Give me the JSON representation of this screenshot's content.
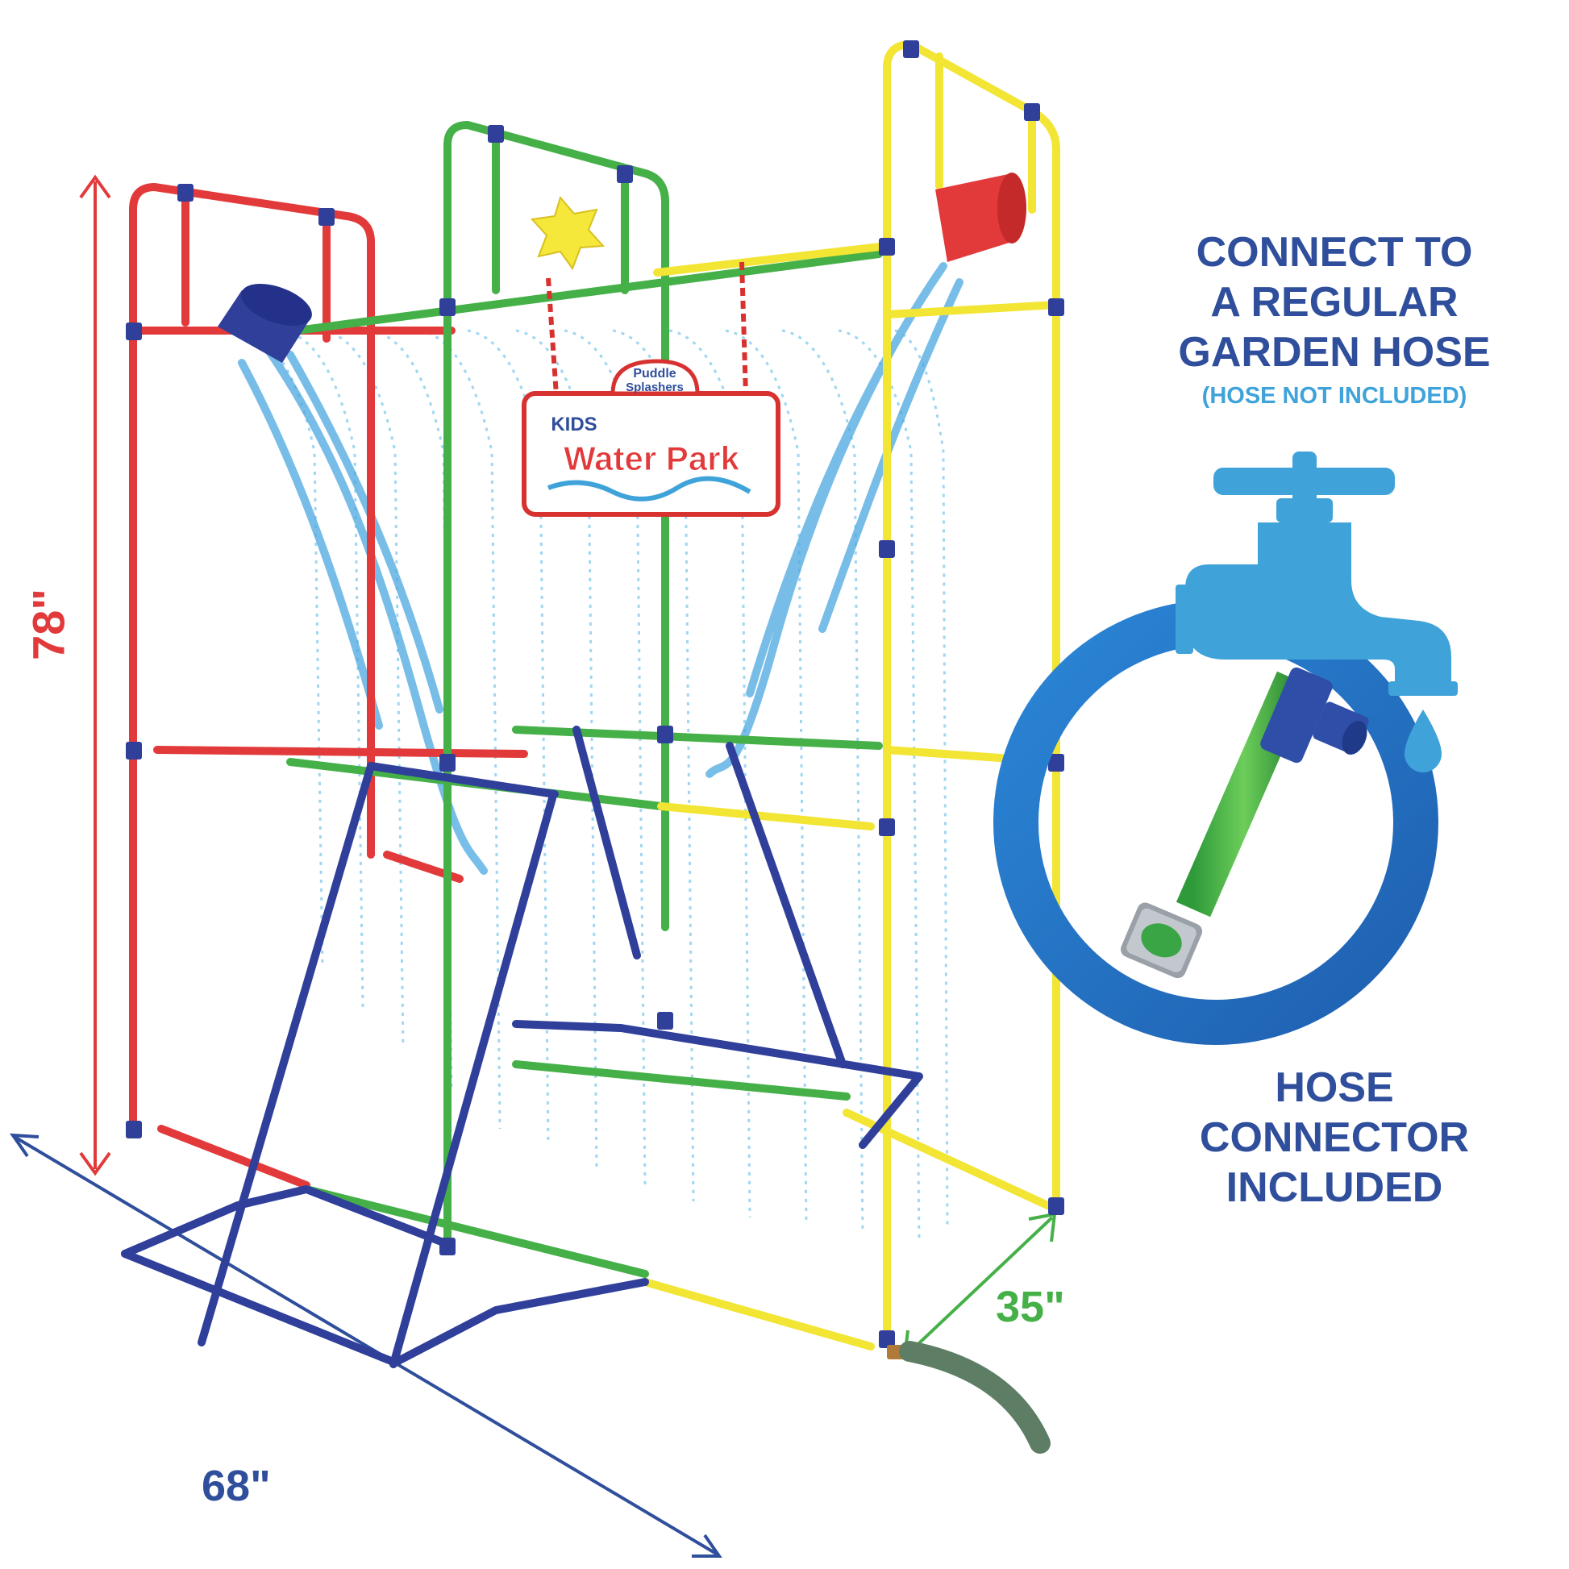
{
  "headline": {
    "lines": [
      "CONNECT TO",
      "A REGULAR",
      "GARDEN HOSE"
    ],
    "note": "(HOSE NOT INCLUDED)"
  },
  "connector": {
    "lines": [
      "HOSE",
      "CONNECTOR",
      "INCLUDED"
    ]
  },
  "dimensions": {
    "height": "78\"",
    "width": "68\"",
    "depth": "35\""
  },
  "sign": {
    "brand_top": "Puddle",
    "brand_bottom": "Splashers",
    "kids": "KIDS",
    "title": "Water Park"
  },
  "colors": {
    "navy_text": "#2f4e9b",
    "light_blue_text": "#3fa3d9",
    "red_frame": "#e23a3a",
    "green_frame": "#46b048",
    "yellow_frame": "#f2e534",
    "blue_frame": "#2f3f9a",
    "faucet_blue": "#3fa3d9",
    "ring_blue": "#2a6fc2"
  },
  "icons": [
    "faucet-icon",
    "water-drop-icon",
    "hose-connector-icon"
  ]
}
